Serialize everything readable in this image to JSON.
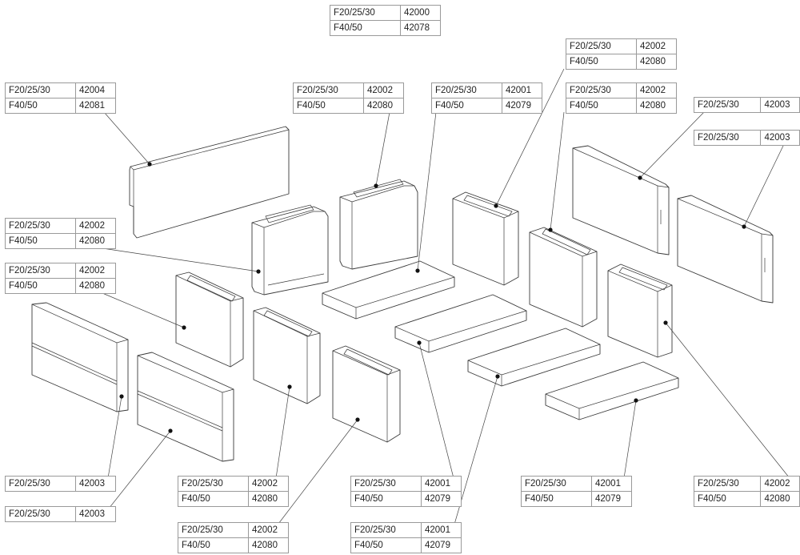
{
  "labels": [
    {
      "id": "L1",
      "rows": [
        {
          "code": "F20/25/30",
          "num": "42000"
        },
        {
          "code": "F40/50",
          "num": "42078"
        }
      ]
    },
    {
      "id": "L2",
      "rows": [
        {
          "code": "F20/25/30",
          "num": "42004"
        },
        {
          "code": "F40/50",
          "num": "42081"
        }
      ]
    },
    {
      "id": "L3",
      "rows": [
        {
          "code": "F20/25/30",
          "num": "42002"
        },
        {
          "code": "F40/50",
          "num": "42080"
        }
      ]
    },
    {
      "id": "L4",
      "rows": [
        {
          "code": "F20/25/30",
          "num": "42001"
        },
        {
          "code": "F40/50",
          "num": "42079"
        }
      ]
    },
    {
      "id": "L5",
      "rows": [
        {
          "code": "F20/25/30",
          "num": "42002"
        },
        {
          "code": "F40/50",
          "num": "42080"
        }
      ]
    },
    {
      "id": "L6",
      "rows": [
        {
          "code": "F20/25/30",
          "num": "42002"
        },
        {
          "code": "F40/50",
          "num": "42080"
        }
      ]
    },
    {
      "id": "L7",
      "rows": [
        {
          "code": "F20/25/30",
          "num": "42003"
        }
      ]
    },
    {
      "id": "L8",
      "rows": [
        {
          "code": "F20/25/30",
          "num": "42003"
        }
      ]
    },
    {
      "id": "L9",
      "rows": [
        {
          "code": "F20/25/30",
          "num": "42002"
        },
        {
          "code": "F40/50",
          "num": "42080"
        }
      ]
    },
    {
      "id": "L10",
      "rows": [
        {
          "code": "F20/25/30",
          "num": "42002"
        },
        {
          "code": "F40/50",
          "num": "42080"
        }
      ]
    },
    {
      "id": "L11",
      "rows": [
        {
          "code": "F20/25/30",
          "num": "42003"
        }
      ]
    },
    {
      "id": "L12",
      "rows": [
        {
          "code": "F20/25/30",
          "num": "42003"
        }
      ]
    },
    {
      "id": "L13",
      "rows": [
        {
          "code": "F20/25/30",
          "num": "42002"
        },
        {
          "code": "F40/50",
          "num": "42080"
        }
      ]
    },
    {
      "id": "L14",
      "rows": [
        {
          "code": "F20/25/30",
          "num": "42001"
        },
        {
          "code": "F40/50",
          "num": "42079"
        }
      ]
    },
    {
      "id": "L15",
      "rows": [
        {
          "code": "F20/25/30",
          "num": "42001"
        },
        {
          "code": "F40/50",
          "num": "42079"
        }
      ]
    },
    {
      "id": "L16",
      "rows": [
        {
          "code": "F20/25/30",
          "num": "42002"
        },
        {
          "code": "F40/50",
          "num": "42080"
        }
      ]
    },
    {
      "id": "L17",
      "rows": [
        {
          "code": "F20/25/30",
          "num": "42002"
        },
        {
          "code": "F40/50",
          "num": "42080"
        }
      ]
    },
    {
      "id": "L18",
      "rows": [
        {
          "code": "F20/25/30",
          "num": "42001"
        },
        {
          "code": "F40/50",
          "num": "42079"
        }
      ]
    }
  ]
}
